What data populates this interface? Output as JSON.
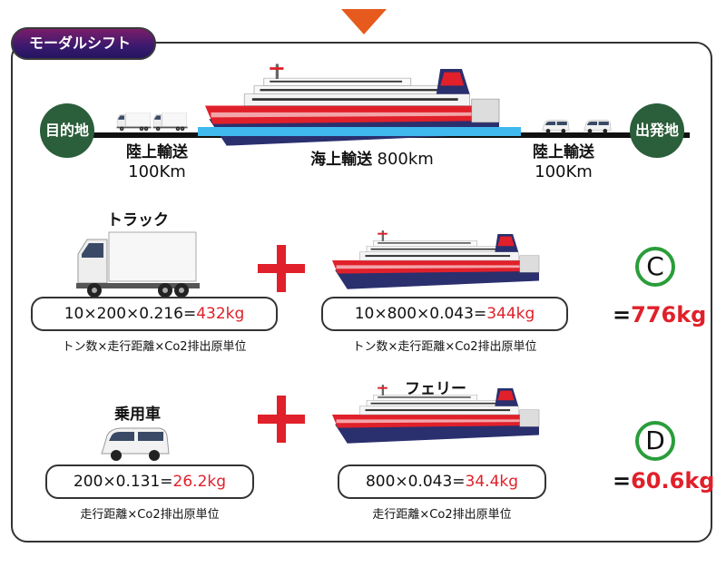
{
  "header": {
    "tab_label": "モーダルシフト"
  },
  "route": {
    "destination": "目的地",
    "origin": "出発地",
    "land_left": {
      "mode": "陸上輸送",
      "distance": "100Km"
    },
    "sea": {
      "mode": "海上輸送",
      "distance": "800km"
    },
    "land_right": {
      "mode": "陸上輸送",
      "distance": "100Km"
    }
  },
  "scenario_c": {
    "vehicle_label": "トラック",
    "road_formula": "10×200×0.216=",
    "road_result": "432kg",
    "road_caption": "トン数×走行距離×Co2排出原単位",
    "sea_formula": "10×800×0.043=",
    "sea_result": "344kg",
    "sea_caption": "トン数×走行距離×Co2排出原単位",
    "grade": "C",
    "total": "=776kg"
  },
  "scenario_d": {
    "vehicle_label": "乗用車",
    "ship_label": "フェリー",
    "road_formula": "200×0.131=",
    "road_result": "26.2kg",
    "road_caption": "走行距離×Co2排出原単位",
    "sea_formula": "800×0.043=",
    "sea_result": "34.4kg",
    "sea_caption": "走行距離×Co2排出原単位",
    "grade": "D",
    "total": "=60.6kg"
  },
  "colors": {
    "accent_red": "#e0202a",
    "circle_green": "#2b5e3a",
    "grade_green": "#2a9d3a",
    "arrow_orange": "#e65a1e"
  }
}
